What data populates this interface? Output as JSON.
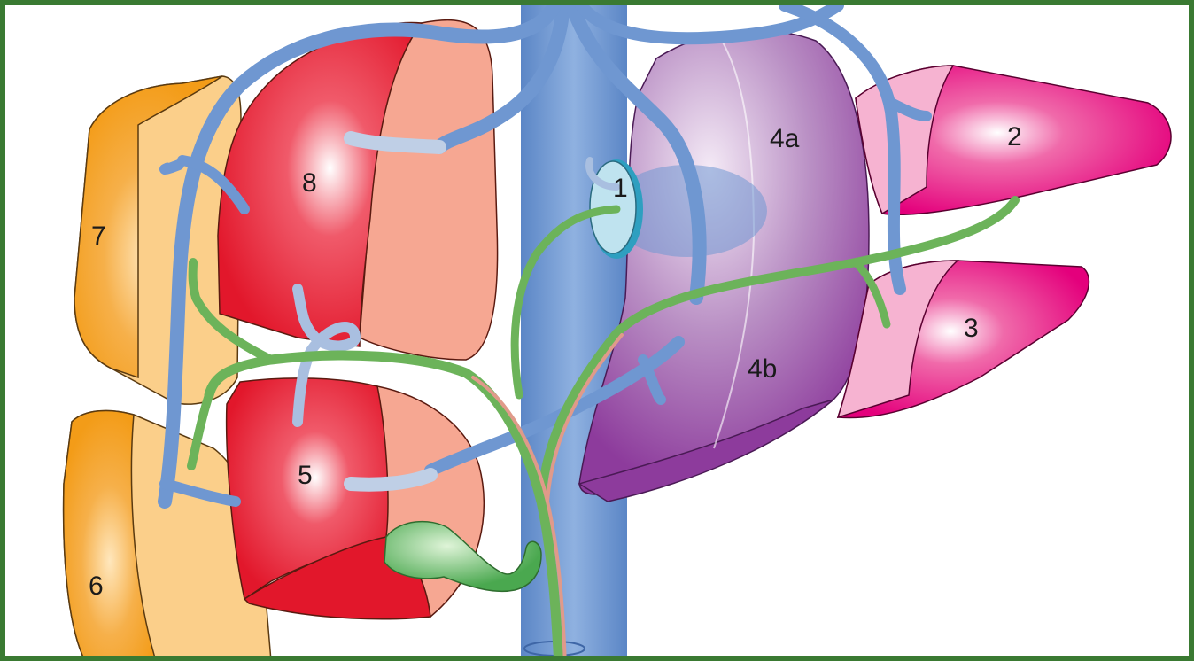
{
  "labels": {
    "s1": "1",
    "s2": "2",
    "s3": "3",
    "s4a": "4a",
    "s4b": "4b",
    "s5": "5",
    "s6": "6",
    "s7": "7",
    "s8": "8"
  },
  "colors": {
    "border": "#3a7a32",
    "vein": "#6f97d1",
    "vein_dark": "#4f78b8",
    "bile": "#6cb35a",
    "artery": "#e09a8a",
    "seg_orange": "#f39c18",
    "seg_orange_light": "#fbcf8a",
    "seg_red": "#e2172b",
    "seg_salmon": "#f6a792",
    "seg_purple": "#b98fc4",
    "seg_purple_dark": "#8d3b9c",
    "seg_magenta": "#e4007c",
    "seg_pink": "#f6b3d1",
    "caudate": "#bfe3ef",
    "gallbladder": "#55b85a"
  }
}
